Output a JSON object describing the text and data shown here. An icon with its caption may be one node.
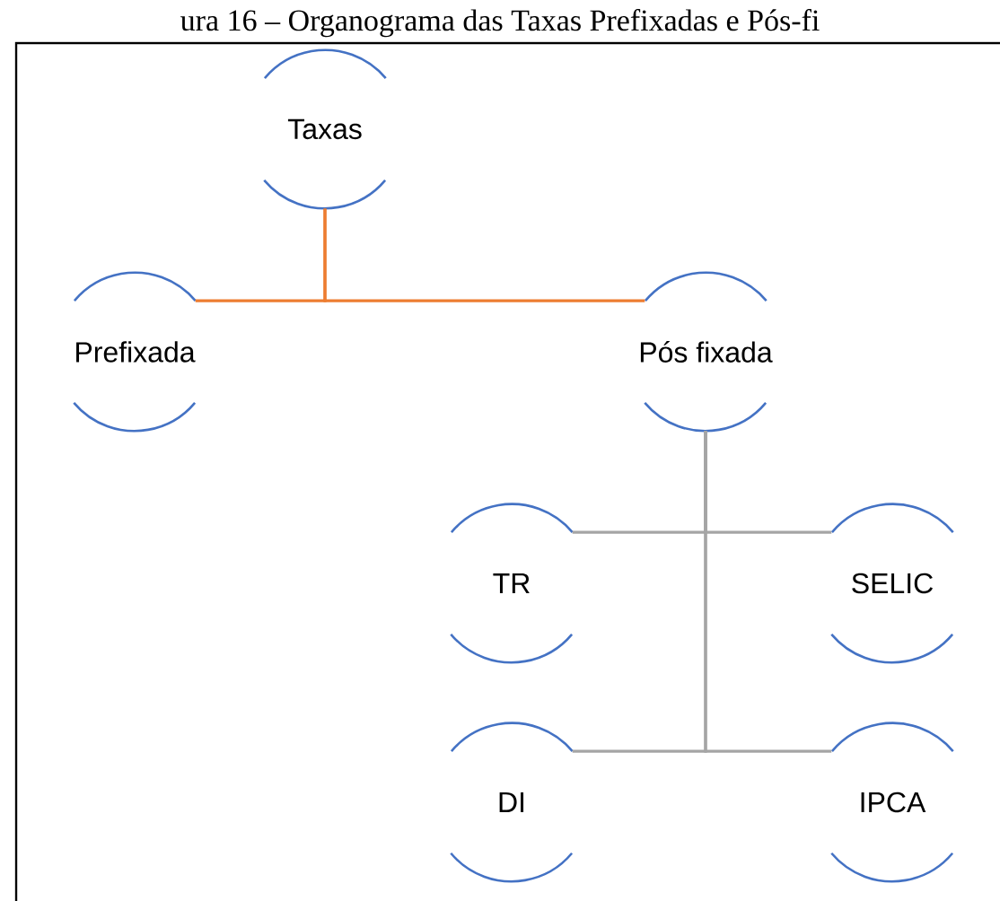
{
  "diagram": {
    "title": "ura 16 – Organograma das Taxas Prefixadas e Pós-fi",
    "nodes": [
      {
        "text": [
          "Taxas"
        ]
      },
      {
        "text": [
          "Prefixada"
        ]
      },
      {
        "text": [
          "Pós fixada"
        ]
      },
      {
        "text": [
          "TR"
        ]
      },
      {
        "text": [
          "SELIC"
        ]
      },
      {
        "text": [
          "DI"
        ]
      },
      {
        "text": [
          "IPCA"
        ]
      }
    ],
    "edges": [
      {
        "from": 0,
        "to": 1,
        "arrow": "none",
        "color": "#ed7d31"
      },
      {
        "from": 0,
        "to": 2,
        "arrow": "none",
        "color": "#ed7d31"
      },
      {
        "from": 2,
        "to": 3,
        "arrow": "none",
        "color": "#a5a5a5"
      },
      {
        "from": 2,
        "to": 4,
        "arrow": "none",
        "color": "#a5a5a5"
      },
      {
        "from": 2,
        "to": 5,
        "arrow": "none",
        "color": "#a5a5a5"
      },
      {
        "from": 2,
        "to": 6,
        "arrow": "none",
        "color": "#a5a5a5"
      }
    ]
  }
}
